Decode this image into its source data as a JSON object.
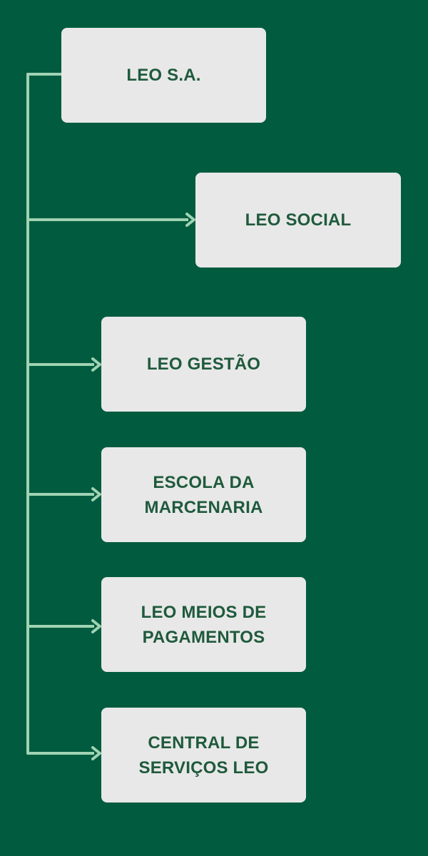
{
  "diagram": {
    "root": {
      "label": "LEO S.A."
    },
    "children": [
      {
        "id": "social",
        "label": "LEO SOCIAL"
      },
      {
        "id": "gestao",
        "label": "LEO GESTÃO"
      },
      {
        "id": "escola",
        "label": "ESCOLA DA MARCENARIA"
      },
      {
        "id": "meios",
        "label": "LEO MEIOS DE PAGAMENTOS"
      },
      {
        "id": "central",
        "label": "CENTRAL DE SERVIÇOS LEO"
      }
    ]
  },
  "colors": {
    "background": "#015b3e",
    "box": "#e8e8e8",
    "text": "#1f5a3c",
    "connector": "#9fd3b3"
  }
}
